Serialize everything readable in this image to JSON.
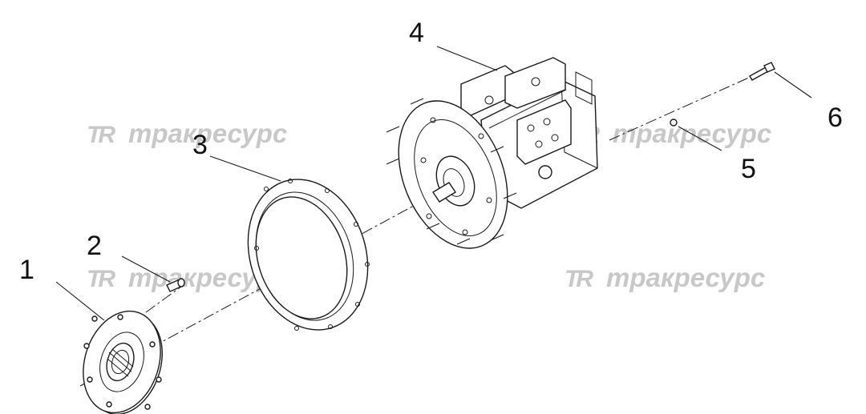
{
  "watermark": {
    "logo": "TR",
    "text": "тракресурс"
  },
  "callouts": {
    "c1": "1",
    "c2": "2",
    "c3": "3",
    "c4": "4",
    "c5": "5",
    "c6": "6"
  },
  "colors": {
    "line": "#1a1a1a",
    "watermark": "#c8c8c8",
    "background": "#ffffff"
  }
}
